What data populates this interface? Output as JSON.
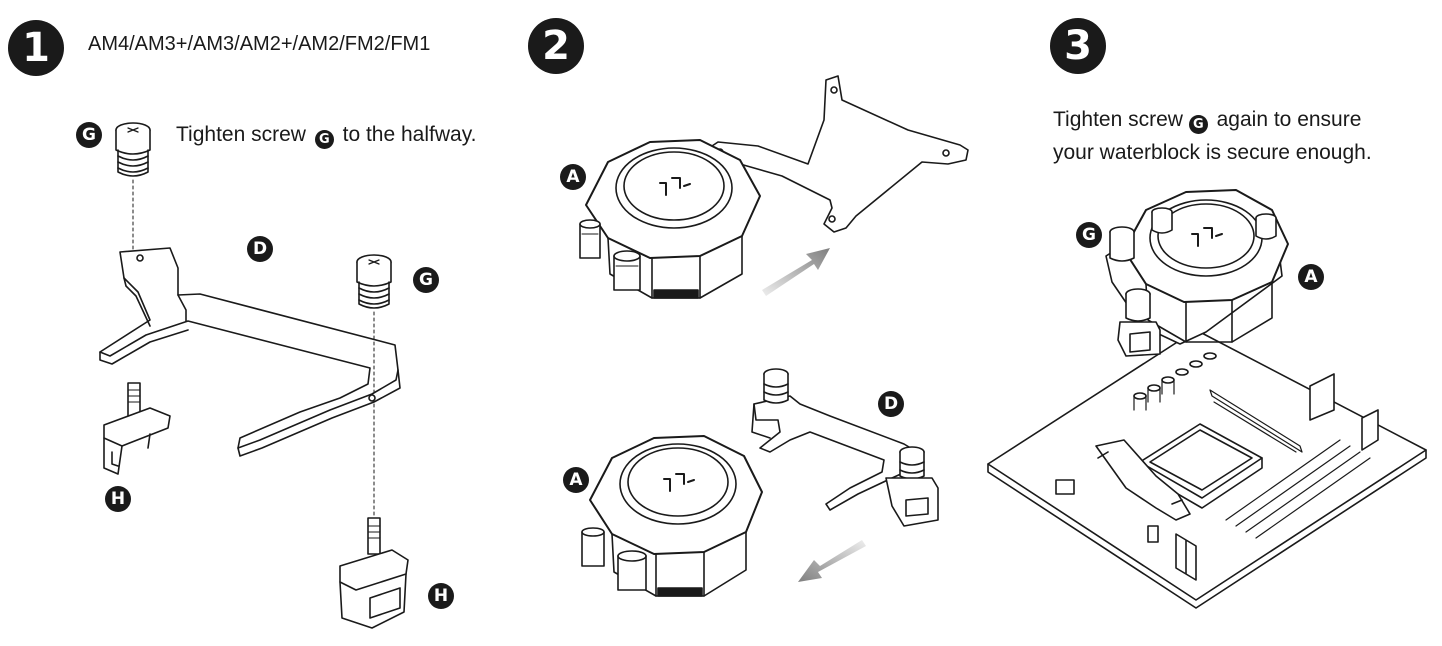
{
  "steps": [
    {
      "number": "1",
      "compat": "AM4/AM3+/AM3/AM2+/AM2/FM2/FM1",
      "instruction": {
        "before": "Tighten screw",
        "badge": "G",
        "after": "to the halfway."
      }
    },
    {
      "number": "2"
    },
    {
      "number": "3",
      "instruction": {
        "before": "Tighten screw",
        "badge": "G",
        "after": "again to ensure",
        "line2": "your waterblock is secure enough."
      }
    }
  ],
  "labels": {
    "G": "G",
    "D": "D",
    "H": "H",
    "A": "A"
  },
  "colors": {
    "ink": "#1a1a1a",
    "arrow_light": "#d9d9d9",
    "arrow_dark": "#8c8c8c",
    "paper": "#ffffff"
  }
}
